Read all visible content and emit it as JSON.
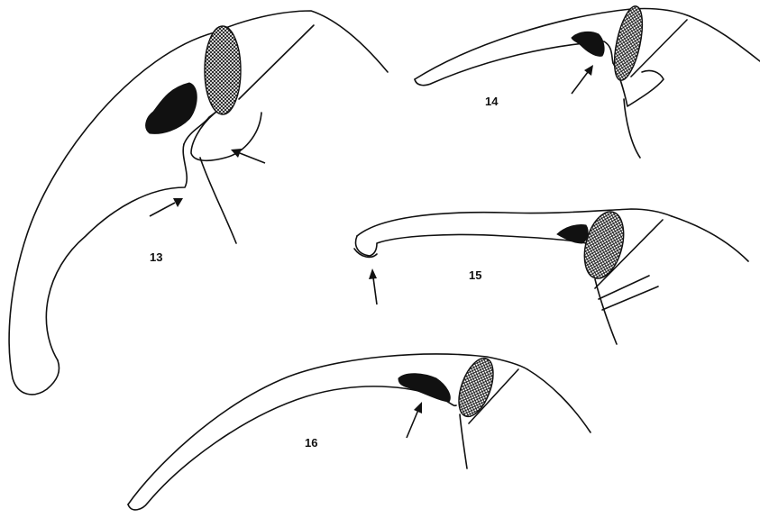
{
  "figures": [
    {
      "number": "13"
    },
    {
      "number": "14"
    },
    {
      "number": "15"
    },
    {
      "number": "16"
    }
  ],
  "colors": {
    "ink": "#111111",
    "background": "#ffffff"
  }
}
